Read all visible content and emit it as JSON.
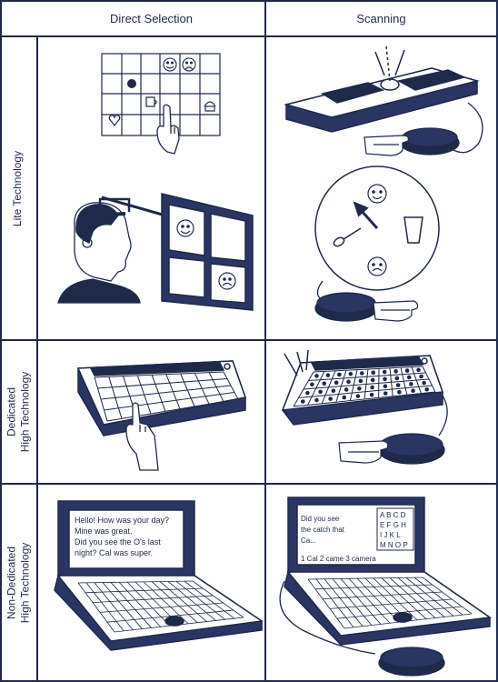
{
  "columns": {
    "direct": "Direct Selection",
    "scanning": "Scanning"
  },
  "rows": {
    "lite": "Lite Technology",
    "dedicated": [
      "Dedicated",
      "High Technology"
    ],
    "non_dedicated": [
      "Non-Dedicated",
      "High Technology"
    ]
  },
  "screens": {
    "direct": [
      "Hello! How was your day?",
      "Mine was great.",
      "Did you see the O's last",
      "night? Cal was super."
    ],
    "scanning": {
      "lines": [
        "Did you see",
        "the catch that",
        "Ca..."
      ],
      "letters": [
        "A B C D",
        "E F G H",
        "I J K L",
        "M N O P"
      ],
      "predictions": "1 Cal 2 came 3 camera"
    }
  },
  "icons": [
    "smiley-face-icon",
    "sad-face-icon",
    "ball-icon",
    "cup-icon",
    "phone-icon",
    "heart-icon",
    "pointing-hand-icon",
    "switch-button-icon",
    "spoon-icon",
    "glass-icon",
    "arrow-pointer-icon"
  ],
  "colors": {
    "ink": "#1f2a4a",
    "fill_dark": "#2a3563",
    "screen": "#ffffff"
  }
}
